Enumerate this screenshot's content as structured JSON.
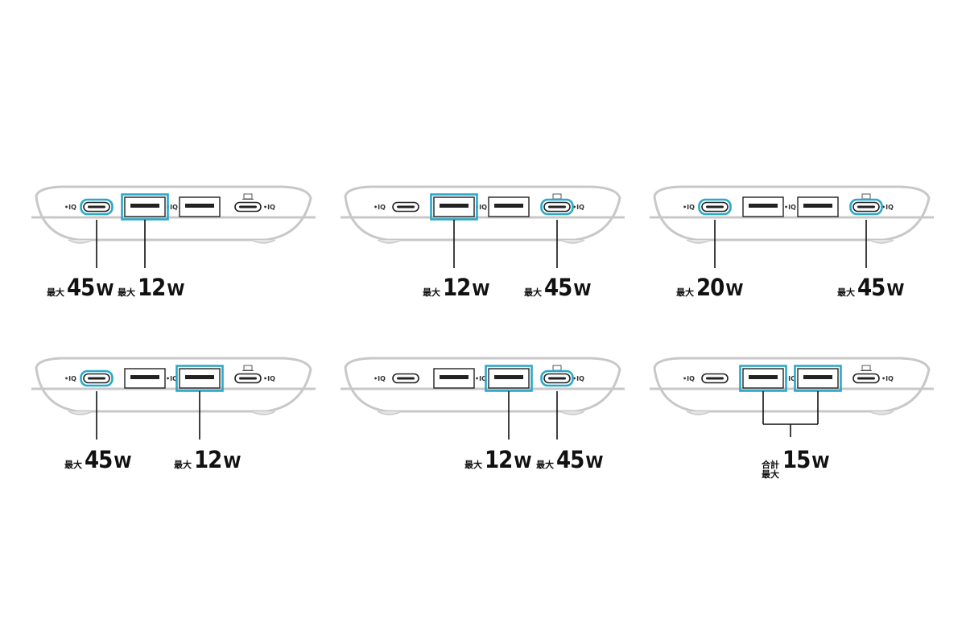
{
  "colors": {
    "highlight": "#29a9c9",
    "outline": "#c8c8c8",
    "port": "#222222",
    "leader": "#111111"
  },
  "labels": {
    "max": "最大",
    "total": "合計",
    "iq": "IQ",
    "unit": "W"
  },
  "panels": [
    {
      "id": "p1",
      "highlighted": [
        "usbc-left",
        "usba-left"
      ],
      "callouts": [
        {
          "port": "usbc-left",
          "prefix": "最大",
          "value": "45",
          "unit": "W"
        },
        {
          "port": "usba-left",
          "prefix": "最大",
          "value": "12",
          "unit": "W"
        }
      ]
    },
    {
      "id": "p2",
      "highlighted": [
        "usba-left",
        "usbc-right"
      ],
      "callouts": [
        {
          "port": "usba-left",
          "prefix": "最大",
          "value": "12",
          "unit": "W"
        },
        {
          "port": "usbc-right",
          "prefix": "最大",
          "value": "45",
          "unit": "W"
        }
      ]
    },
    {
      "id": "p3",
      "highlighted": [
        "usbc-left",
        "usbc-right"
      ],
      "callouts": [
        {
          "port": "usbc-left",
          "prefix": "最大",
          "value": "20",
          "unit": "W"
        },
        {
          "port": "usbc-right",
          "prefix": "最大",
          "value": "45",
          "unit": "W"
        }
      ]
    },
    {
      "id": "p4",
      "highlighted": [
        "usbc-left",
        "usba-right"
      ],
      "callouts": [
        {
          "port": "usbc-left",
          "prefix": "最大",
          "value": "45",
          "unit": "W"
        },
        {
          "port": "usba-right",
          "prefix": "最大",
          "value": "12",
          "unit": "W"
        }
      ]
    },
    {
      "id": "p5",
      "highlighted": [
        "usba-right",
        "usbc-right"
      ],
      "callouts": [
        {
          "port": "usba-right",
          "prefix": "最大",
          "value": "12",
          "unit": "W"
        },
        {
          "port": "usbc-right",
          "prefix": "最大",
          "value": "45",
          "unit": "W"
        }
      ]
    },
    {
      "id": "p6",
      "highlighted": [
        "usba-left",
        "usba-right"
      ],
      "callouts": [
        {
          "port": "usba-both",
          "prefix": "合計",
          "prefix2": "最大",
          "value": "15",
          "unit": "W"
        }
      ]
    }
  ]
}
